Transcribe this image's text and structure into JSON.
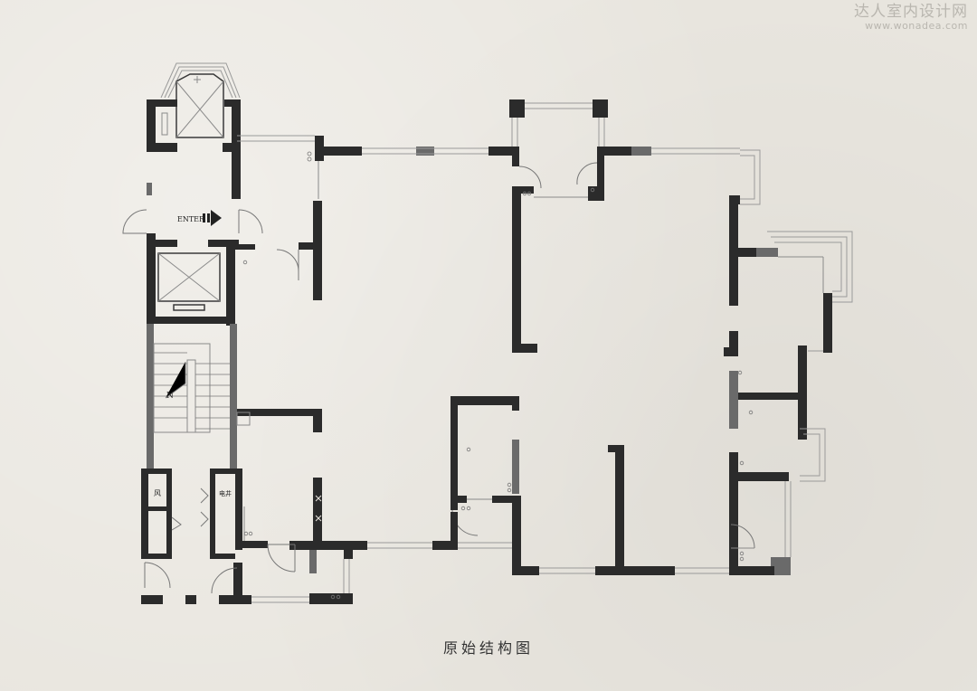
{
  "watermark": {
    "site_name_cn": "达人室内设计网",
    "site_url": "www.wonadea.com"
  },
  "plan": {
    "enter_label": "ENTER",
    "stair_up_mark": "N",
    "room_tag_1": "风",
    "room_tag_2": "电井"
  },
  "caption": "原始结构图",
  "colors": {
    "wall": "#2b2b2b",
    "wall_secondary": "#6a6a6a",
    "background": "#e9e6df",
    "watermark": "#b9b6af"
  }
}
